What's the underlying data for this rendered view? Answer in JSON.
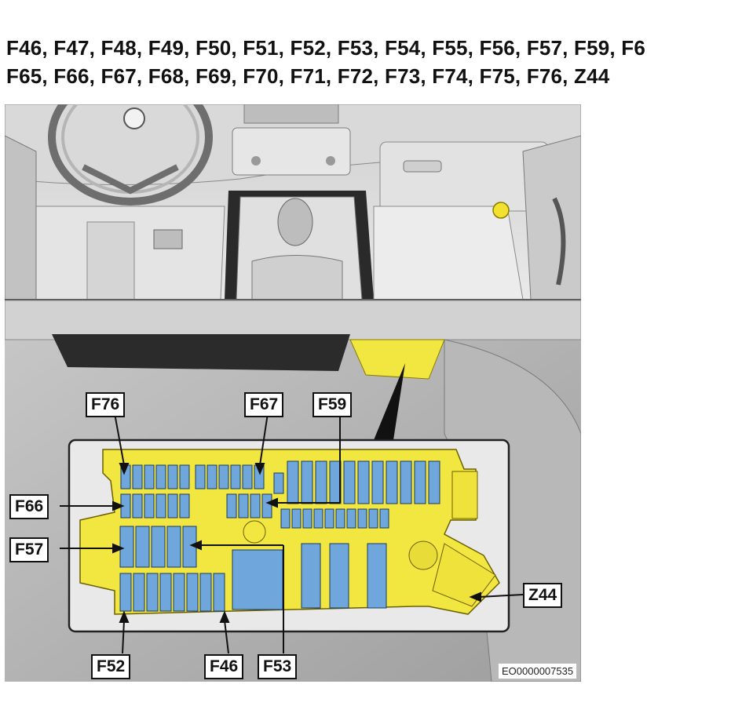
{
  "heading": {
    "line1": "F46, F47, F48, F49, F50, F51, F52, F53, F54, F55, F56, F57, F59, F6",
    "line2": "F65, F66, F67, F68, F69, F70, F71, F72, F73, F74, F75, F76, Z44"
  },
  "callouts": {
    "f76": "F76",
    "f67": "F67",
    "f59": "F59",
    "f66": "F66",
    "f57": "F57",
    "z44": "Z44",
    "f52": "F52",
    "f46": "F46",
    "f53": "F53"
  },
  "figure_code": "EO0000007535",
  "colors": {
    "highlight": "#f2e640",
    "fuse": "#6fa6dc",
    "marker": "#f2e12e"
  }
}
